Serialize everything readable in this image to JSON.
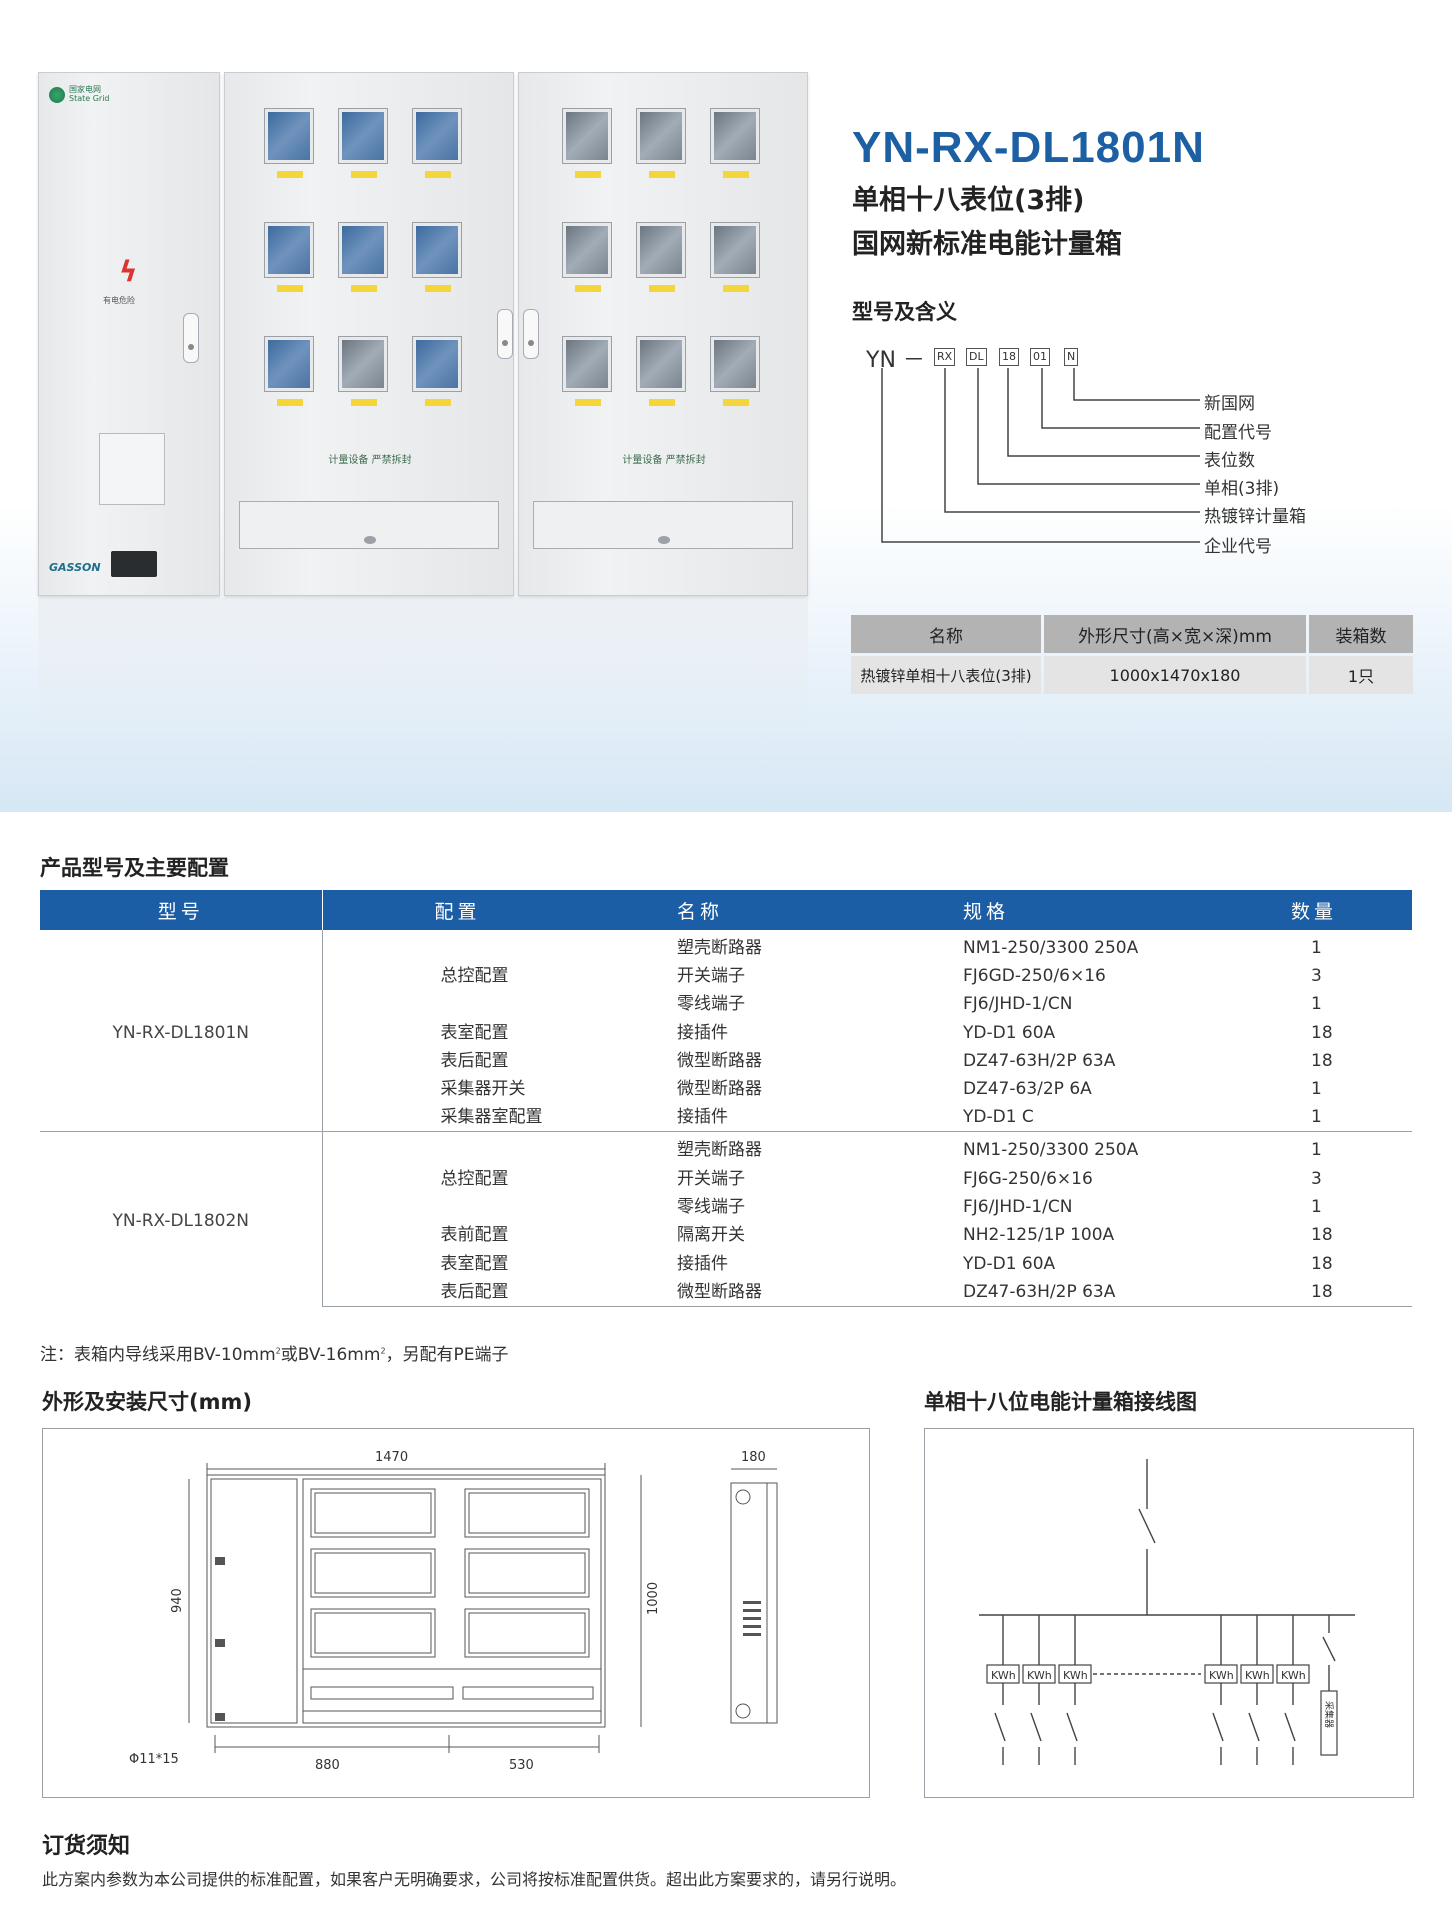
{
  "cabinet": {
    "logo_text_1": "国家电网",
    "logo_text_2": "State Grid",
    "warning_label": "有电危险",
    "seal_label_1": "计量设备 严禁拆封",
    "seal_label_2": "计量设备 严禁拆封",
    "brand": "GASSON"
  },
  "title": {
    "model": "YN-RX-DL1801N",
    "line1": "单相十八表位(3排)",
    "line2": "国网新标准电能计量箱"
  },
  "model_meaning": {
    "heading": "型号及含义",
    "prefix": "YN －",
    "codes": [
      "RX",
      "DL",
      "18",
      "01",
      "N"
    ],
    "labels": [
      "新国网",
      "配置代号",
      "表位数",
      "单相(3排)",
      "热镀锌计量箱",
      "企业代号"
    ]
  },
  "spec_table": {
    "headers": [
      "名称",
      "外形尺寸(高×宽×深)mm",
      "装箱数"
    ],
    "row": [
      "热镀锌单相十八表位(3排)",
      "1000x1470x180",
      "1只"
    ]
  },
  "config": {
    "heading": "产品型号及主要配置",
    "headers": [
      "型号",
      "配置",
      "名称",
      "规格",
      "数量"
    ],
    "groups": [
      {
        "model": "YN-RX-DL1801N",
        "rows": [
          [
            "",
            "塑壳断路器",
            "NM1-250/3300 250A",
            "1"
          ],
          [
            "总控配置",
            "开关端子",
            "FJ6GD-250/6×16",
            "3"
          ],
          [
            "",
            "零线端子",
            "FJ6/JHD-1/CN",
            "1"
          ],
          [
            "表室配置",
            "接插件",
            "YD-D1 60A",
            "18"
          ],
          [
            "表后配置",
            "微型断路器",
            "DZ47-63H/2P 63A",
            "18"
          ],
          [
            "采集器开关",
            "微型断路器",
            "DZ47-63/2P 6A",
            "1"
          ],
          [
            "采集器室配置",
            "接插件",
            "YD-D1 C",
            "1"
          ]
        ]
      },
      {
        "model": "YN-RX-DL1802N",
        "rows": [
          [
            "",
            "塑壳断路器",
            "NM1-250/3300 250A",
            "1"
          ],
          [
            "总控配置",
            "开关端子",
            "FJ6G-250/6×16",
            "3"
          ],
          [
            "",
            "零线端子",
            "FJ6/JHD-1/CN",
            "1"
          ],
          [
            "表前配置",
            "隔离开关",
            "NH2-125/1P 100A",
            "18"
          ],
          [
            "表室配置",
            "接插件",
            "YD-D1 60A",
            "18"
          ],
          [
            "表后配置",
            "微型断路器",
            "DZ47-63H/2P 63A",
            "18"
          ]
        ]
      }
    ],
    "note_a": "注：表箱内导线采用BV-10mm",
    "note_b": "或BV-16mm",
    "note_c": "，另配有PE端子",
    "note_sup": "2"
  },
  "dimensions": {
    "heading": "外形及安装尺寸(mm)",
    "width_total": "1470",
    "depth": "180",
    "height_total": "1000",
    "height_inner": "940",
    "width_left": "880",
    "width_right": "530",
    "hole": "Φ11*15"
  },
  "wiring": {
    "heading": "单相十八位电能计量箱接线图",
    "meter_label": "KWh",
    "collector_label": "采集器"
  },
  "order": {
    "heading": "订货须知",
    "text": "此方案内参数为本公司提供的标准配置，如果客户无明确要求，公司将按标准配置供货。超出此方案要求的，请另行说明。"
  },
  "colors": {
    "title_blue": "#1c5fa3",
    "header_blue": "#1b5ea6",
    "meter_tag": "#f4d53a"
  }
}
